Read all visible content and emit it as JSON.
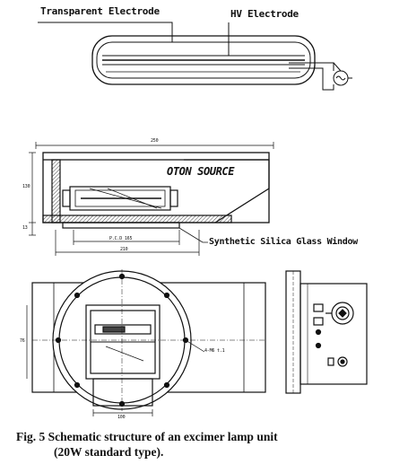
{
  "labels": {
    "transparent_electrode": "Transparent Electrode",
    "hv_electrode": "HV Electrode",
    "photon_source": "OTON SOURCE",
    "window": "Synthetic Silica Glass Window"
  },
  "dimensions": {
    "d250": "250",
    "d130": "130",
    "d13": "13",
    "pcd": "P.C.D 165",
    "d210": "210",
    "d4m": "4-M6 t.1",
    "d76": "76",
    "d100": "100"
  },
  "caption": {
    "line1": "Fig. 5 Schematic structure of an excimer lamp unit",
    "line2": "(20W standard type)."
  },
  "colors": {
    "ink": "#111111",
    "paper": "#ffffff",
    "hatch": "#444444"
  }
}
